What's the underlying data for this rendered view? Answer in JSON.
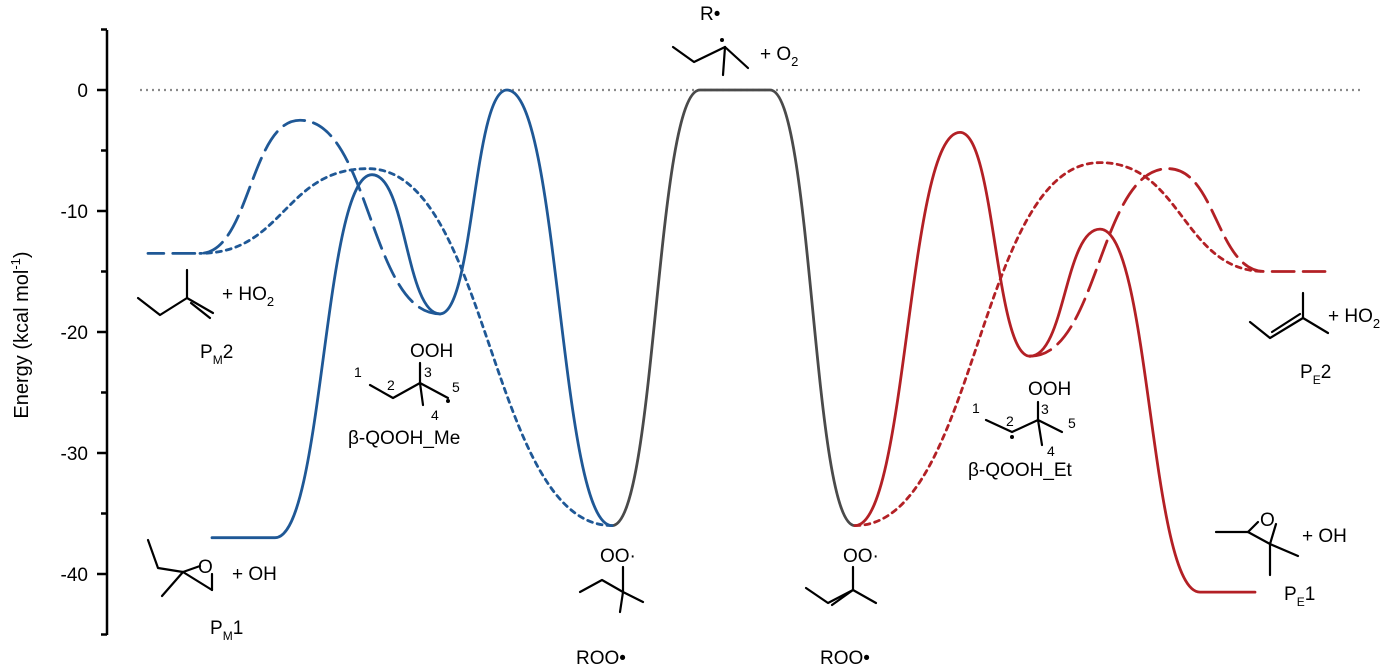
{
  "axis": {
    "ylabel": "Energy (kcal mol",
    "ylabel_sup": "-1",
    "ylabel_close": ")",
    "ticks": [
      "0",
      "-10",
      "-20",
      "-30",
      "-40"
    ]
  },
  "colors": {
    "blue": "#1f5896",
    "gray": "#4a4a4a",
    "red": "#b32025",
    "reference": "#8a8a8a"
  },
  "species": {
    "R": "R•",
    "plus_O2": "+ O",
    "O2_sub": "2",
    "ROO_left": "ROO•",
    "ROO_right": "ROO•",
    "OO_radical_left": "OO·",
    "OO_radical_right": "OO·",
    "PM2_P": "P",
    "PM2_sub": "M",
    "PM2_num": "2",
    "PM2_plus": "+ HO",
    "PM2_plus_sub": "2",
    "PM1_P": "P",
    "PM1_sub": "M",
    "PM1_num": "1",
    "PM1_plus": "+ OH",
    "PE2_P": "P",
    "PE2_sub": "E",
    "PE2_num": "2",
    "PE2_plus": "+ HO",
    "PE2_plus_sub": "2",
    "PE1_P": "P",
    "PE1_sub": "E",
    "PE1_num": "1",
    "PE1_plus": "+ OH",
    "QOOH_Me": "β-QOOH_Me",
    "QOOH_Et": "β-QOOH_Et",
    "OOH_left": "OOH",
    "OOH_right": "OOH",
    "O_epoxide_left": "O",
    "O_epoxide_right": "O"
  },
  "carbon_numbers": {
    "me": [
      "1",
      "2",
      "3",
      "4",
      "5"
    ],
    "et": [
      "1",
      "2",
      "3",
      "4",
      "5"
    ]
  },
  "chart_data": {
    "type": "line",
    "ylim": [
      -45,
      5
    ],
    "reference_level": 0,
    "levels": {
      "R_O2": 0,
      "ROO": -36,
      "QOOH_Me": -18.5,
      "QOOH_Et": -22,
      "PM1": -37,
      "PM2": -13.5,
      "PE1": -41.5,
      "PE2": -15,
      "TS_ROO_to_QOOH_Me": 0,
      "TS_QOOH_Me_to_PM1": -7,
      "TS_QOOH_Me_to_PM2": -2.5,
      "TS_ROO_to_PM2_direct": -6.5,
      "TS_ROO_to_QOOH_Et": -3.5,
      "TS_QOOH_Et_to_PE1": -11.5,
      "TS_QOOH_Et_to_PE2": -6.5,
      "TS_ROO_to_PE2_direct": -6
    }
  }
}
